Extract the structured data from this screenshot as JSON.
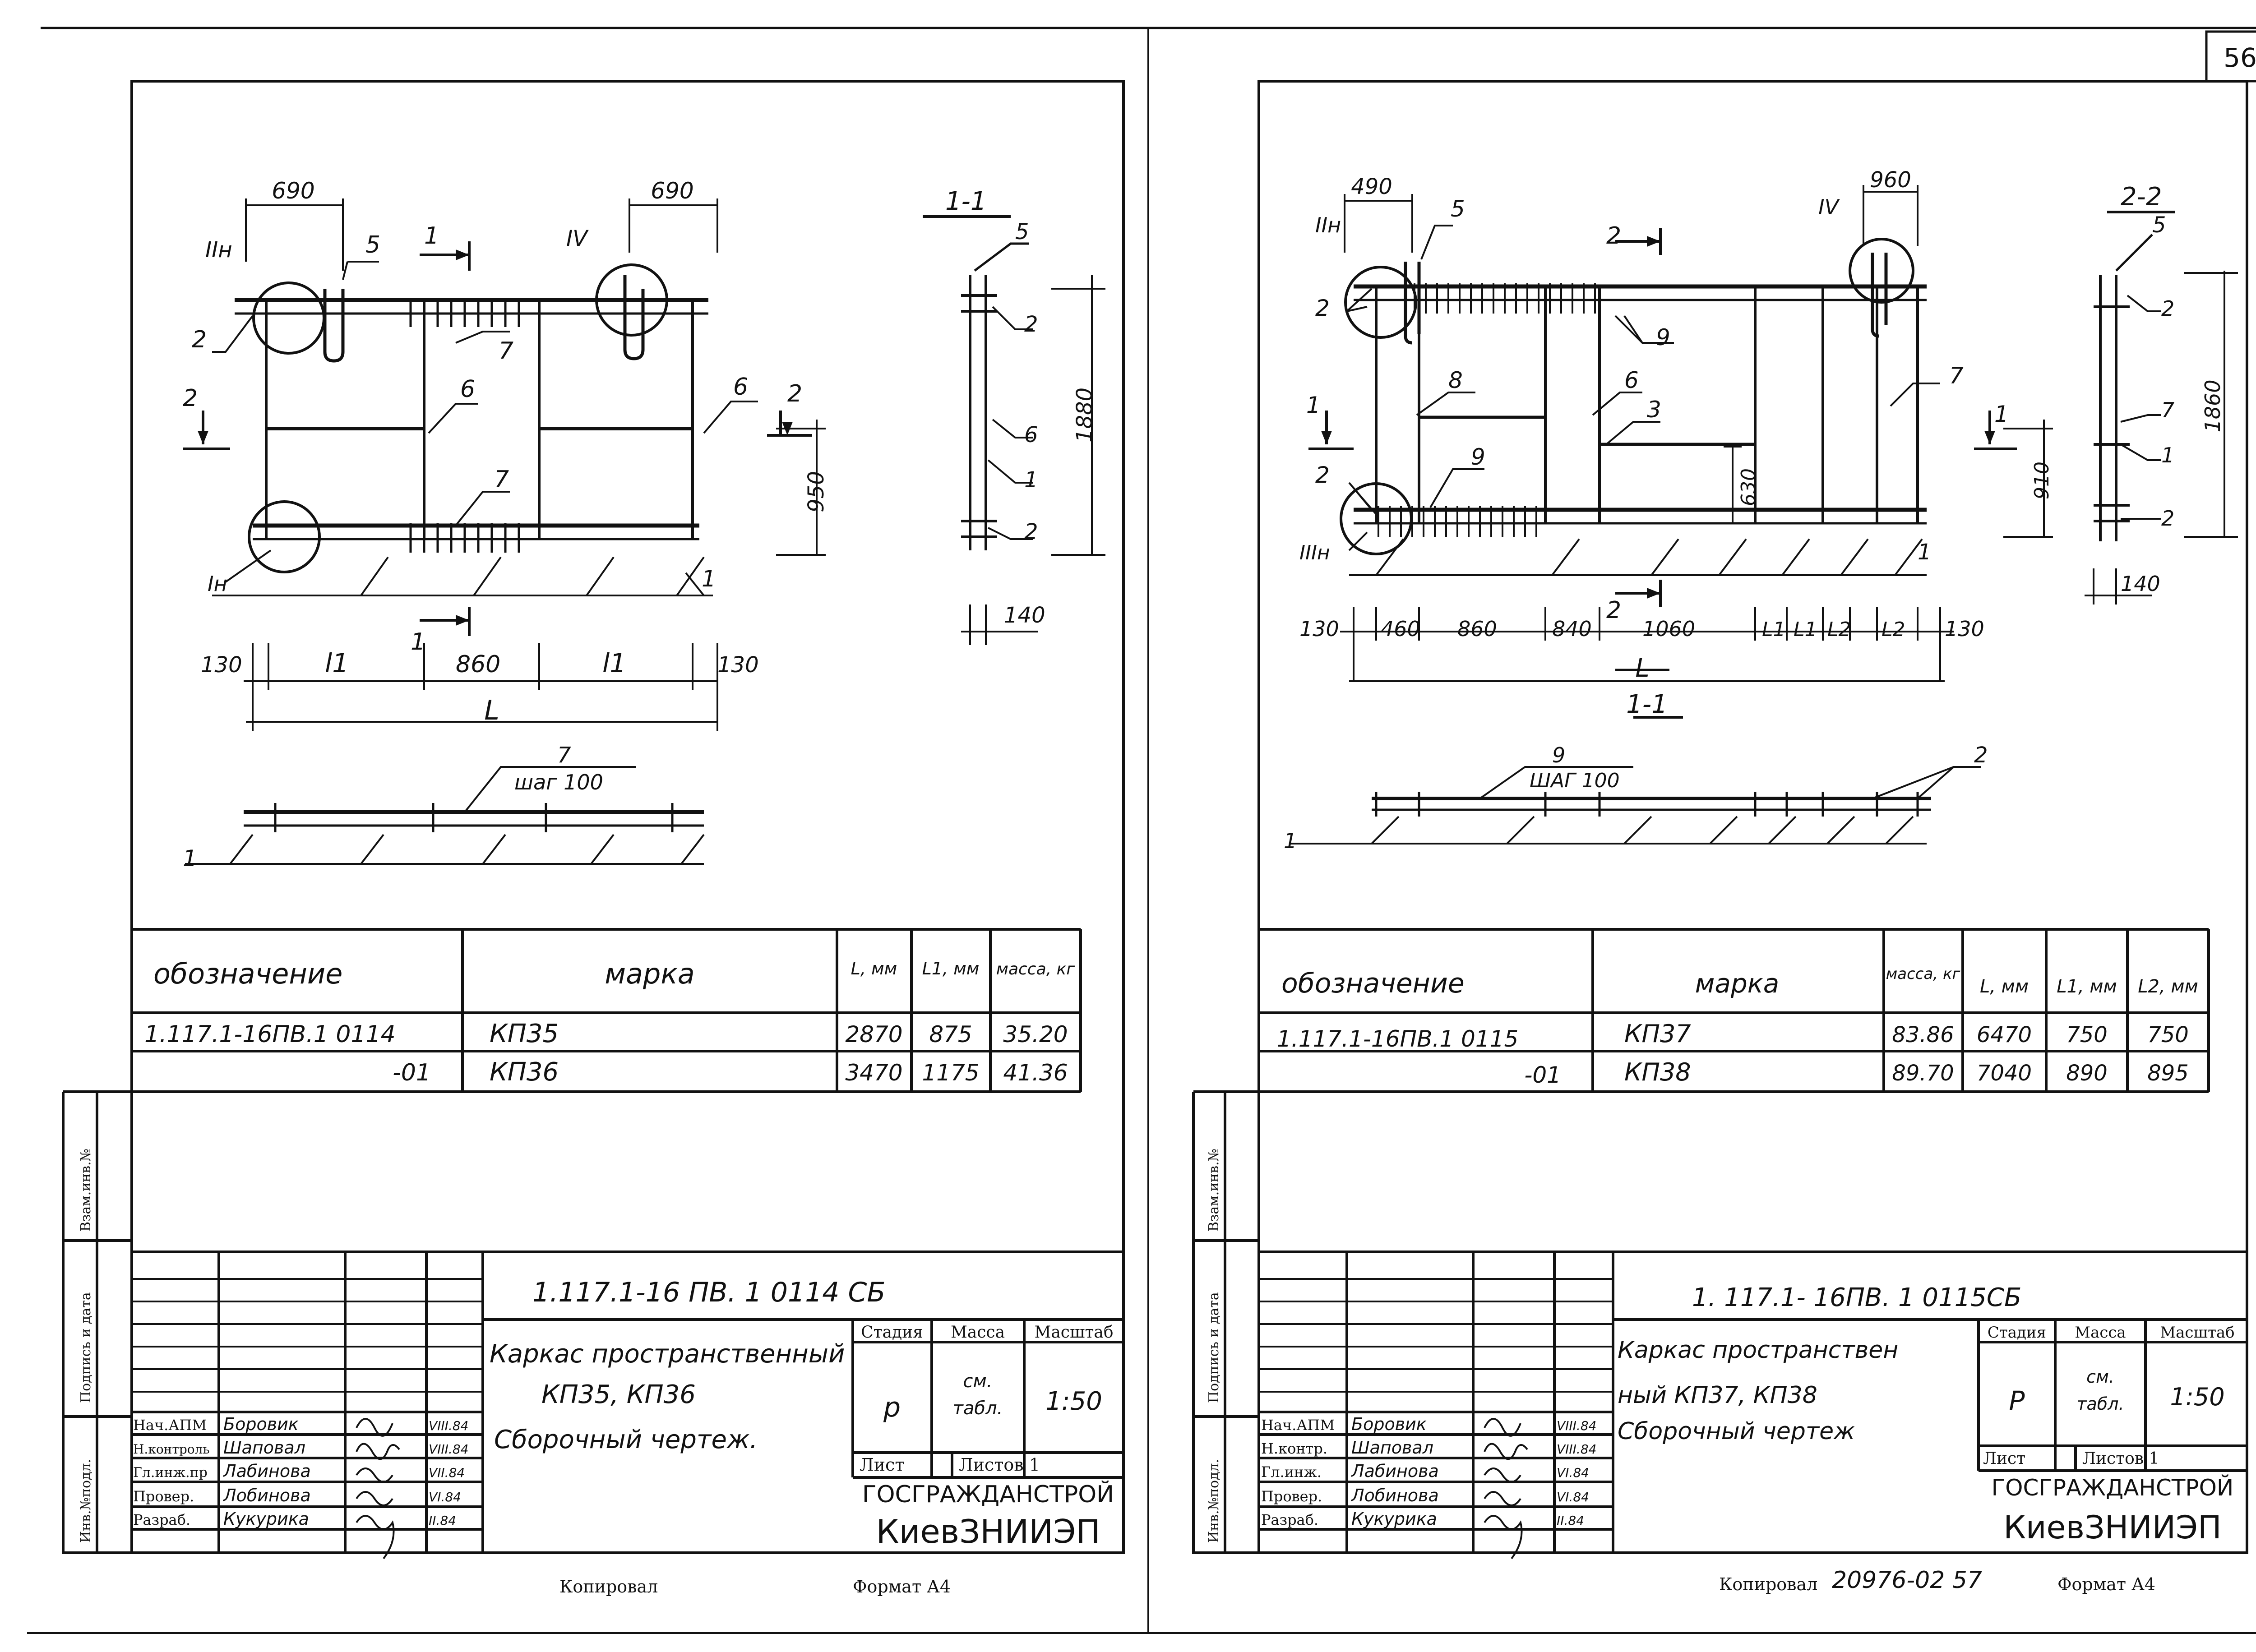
{
  "page_number": "56",
  "sheet_left": {
    "section_label": "1-1",
    "dims_top": [
      "690",
      "690"
    ],
    "callouts": [
      "IIн",
      "5",
      "1",
      "IV",
      "2",
      "7",
      "6",
      "6",
      "2",
      "7",
      "Iн",
      "1",
      "2"
    ],
    "dims_bottom": [
      "130",
      "l1",
      "860",
      "l1",
      "130"
    ],
    "dim_total": "L",
    "cut_marks": [
      "1",
      "1"
    ],
    "dim_950": "950",
    "section_dims": [
      "1880",
      "140"
    ],
    "section_callouts": [
      "5",
      "2",
      "2",
      "6",
      "1",
      "2"
    ],
    "rebar_note": {
      "num": "7",
      "text": "шаг 100",
      "base": "1"
    },
    "table": {
      "headers": [
        "обозначение",
        "марка",
        "L, мм",
        "L1, мм",
        "масса, кг"
      ],
      "rows": [
        [
          "1.117.1-16ПВ.1 0114",
          "КП35",
          "2870",
          "875",
          "35.20"
        ],
        [
          "-01",
          "КП36",
          "3470",
          "1175",
          "41.36"
        ]
      ]
    },
    "side_stamps": [
      "Взам.инв.№",
      "Подпись и дата",
      "Инв.№подл."
    ],
    "title_block": {
      "code": "1.117.1-16 ПВ. 1 0114 СБ",
      "title_lines": [
        "Каркас пространственный",
        "КП35, КП36",
        "Сборочный чертеж."
      ],
      "stage_h": "Стадия",
      "mass_h": "Масса",
      "scale_h": "Масштаб",
      "stage": "р",
      "mass_line1": "см.",
      "mass_line2": "табл.",
      "scale": "1:50",
      "sheet_label": "Лист",
      "sheets_label": "Листов 1",
      "org1": "ГОСГРАЖДАНСТРОЙ",
      "org2": "КиевЗНИИЭП",
      "signers": [
        {
          "role": "Нач.АПМ",
          "name": "Боровик",
          "date": "VIII.84"
        },
        {
          "role": "Н.контроль",
          "name": "Шаповал",
          "date": "VIII.84"
        },
        {
          "role": "Гл.инж.пр",
          "name": "Лабинова",
          "date": "VII.84"
        },
        {
          "role": "Провер.",
          "name": "Лобинова",
          "date": "VI.84"
        },
        {
          "role": "Разраб.",
          "name": "Кукурика",
          "date": "II.84"
        }
      ]
    },
    "footer_copied": "Копировал",
    "footer_format": "Формат А4"
  },
  "sheet_right": {
    "section_label": "2-2",
    "dims_top": [
      "490",
      "960"
    ],
    "callouts": [
      "IIн",
      "5",
      "2",
      "IV",
      "2",
      "9",
      "8",
      "6",
      "3",
      "7",
      "1",
      "2",
      "9",
      "IIIн",
      "1"
    ],
    "dims_bottom": [
      "130",
      "460",
      "860",
      "840",
      "1060",
      "L1",
      "L1",
      "L2",
      "L2",
      "130"
    ],
    "dim_total": "L",
    "cut_marks": [
      "2",
      "2",
      "1"
    ],
    "dim_630": "630",
    "dim_910": "910",
    "section_dims": [
      "1860",
      "140"
    ],
    "section_callouts": [
      "5",
      "2",
      "7",
      "1",
      "2"
    ],
    "view_label": "1-1",
    "rebar_note": {
      "num": "9",
      "text": "ШАГ 100",
      "right_num": "2",
      "base": "1"
    },
    "table": {
      "headers": [
        "обозначение",
        "марка",
        "масса, кг",
        "L, мм",
        "L1, мм",
        "L2, мм"
      ],
      "rows": [
        [
          "1.117.1-16ПВ.1 0115",
          "КП37",
          "83.86",
          "6470",
          "750",
          "750"
        ],
        [
          "-01",
          "КП38",
          "89.70",
          "7040",
          "890",
          "895"
        ]
      ]
    },
    "side_stamps": [
      "Взам.инв.№",
      "Подпись и дата",
      "Инв.№подл."
    ],
    "title_block": {
      "code": "1. 117.1- 16ПВ. 1 0115СБ",
      "title_lines": [
        "Каркас пространствен",
        "ный КП37, КП38",
        "Сборочный чертеж"
      ],
      "stage_h": "Стадия",
      "mass_h": "Масса",
      "scale_h": "Масштаб",
      "stage": "Р",
      "mass_line1": "см.",
      "mass_line2": "табл.",
      "scale": "1:50",
      "sheet_label": "Лист",
      "sheets_label": "Листов 1",
      "org1": "ГОСГРАЖДАНСТРОЙ",
      "org2": "КиевЗНИИЭП",
      "signers": [
        {
          "role": "Нач.АПМ",
          "name": "Боровик",
          "date": "VIII.84"
        },
        {
          "role": "Н.контр.",
          "name": "Шаповал",
          "date": "VIII.84"
        },
        {
          "role": "Гл.инж.",
          "name": "Лабинова",
          "date": "VI.84"
        },
        {
          "role": "Провер.",
          "name": "Лобинова",
          "date": "VI.84"
        },
        {
          "role": "Разраб.",
          "name": "Кукурика",
          "date": "II.84"
        }
      ]
    },
    "footer_copied": "Копировал",
    "footer_number": "20976-02 57",
    "footer_format": "Формат А4"
  }
}
